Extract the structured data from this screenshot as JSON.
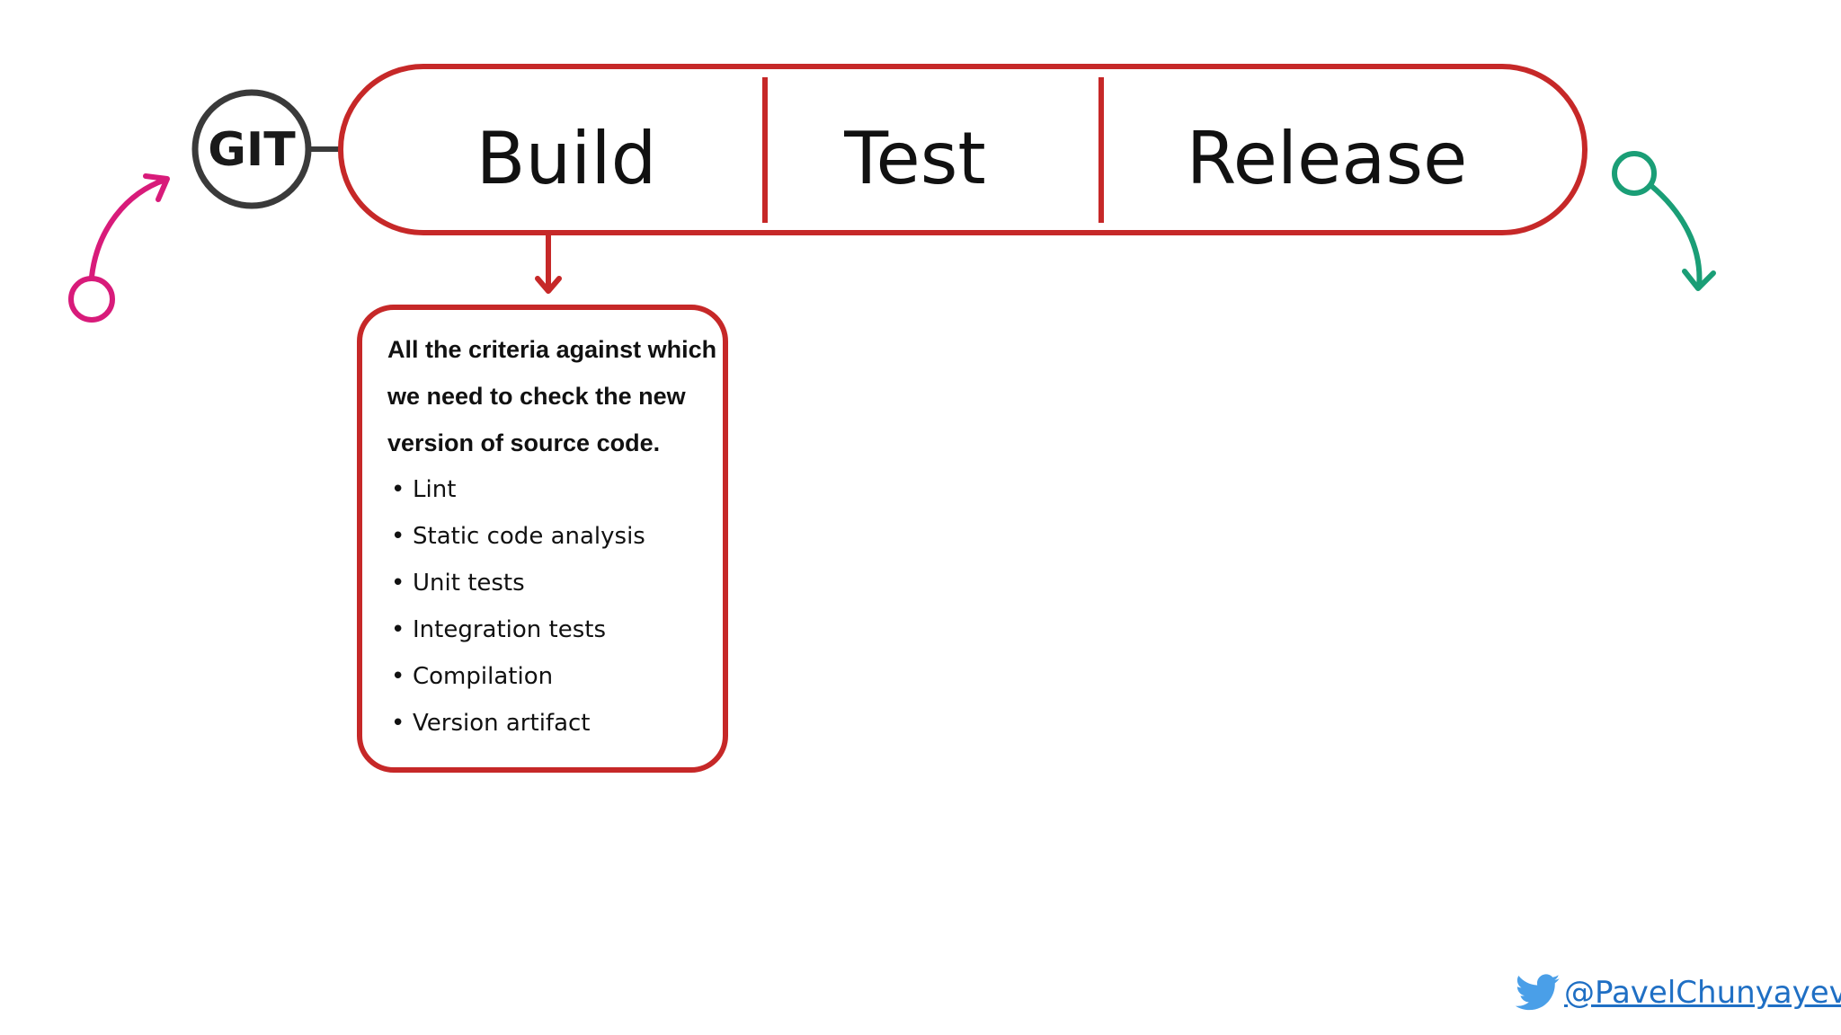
{
  "source_node": {
    "label": "GIT"
  },
  "pipeline": {
    "stages": [
      {
        "label": "Build"
      },
      {
        "label": "Test"
      },
      {
        "label": "Release"
      }
    ]
  },
  "criteria": {
    "title": "All the criteria against which we need to check the new version of source code.",
    "items": [
      "Lint",
      "Static code analysis",
      "Unit tests",
      "Integration tests",
      "Compilation",
      "Version artifact"
    ]
  },
  "footer": {
    "icon": "twitter-bird-icon",
    "handle": "@PavelChunyayev"
  },
  "colors": {
    "pipeline_border": "#c62828",
    "git_border": "#3a3a3a",
    "incoming_arrow": "#d81b7a",
    "outgoing_arrow": "#1a9e76",
    "link": "#1f6fc4",
    "twitter": "#4a9fe8"
  }
}
